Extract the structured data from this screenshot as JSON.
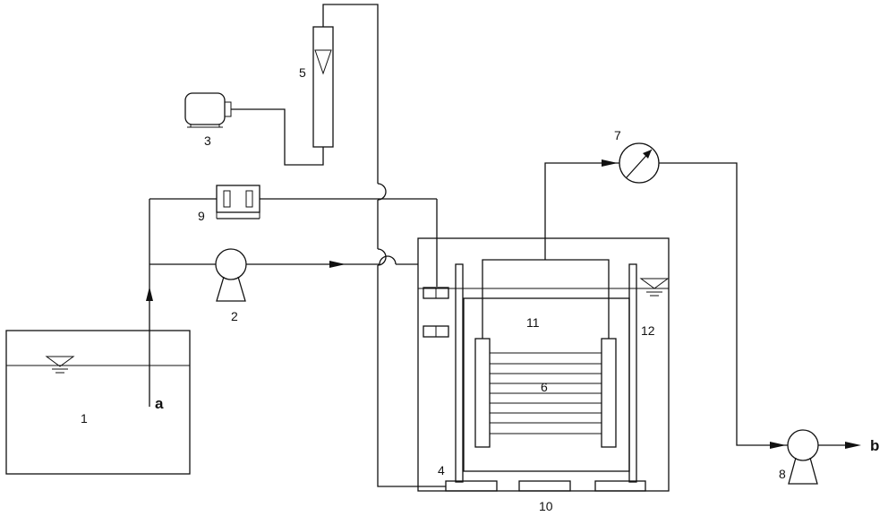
{
  "labels": {
    "c1": "1",
    "c2": "2",
    "c3": "3",
    "c4": "4",
    "c5": "5",
    "c6": "6",
    "c7": "7",
    "c8": "8",
    "c9": "9",
    "c10": "10",
    "c11": "11",
    "c12": "12",
    "inlet": "a",
    "outlet": "b"
  },
  "colors": {
    "stroke": "#111111",
    "background": "#ffffff"
  }
}
